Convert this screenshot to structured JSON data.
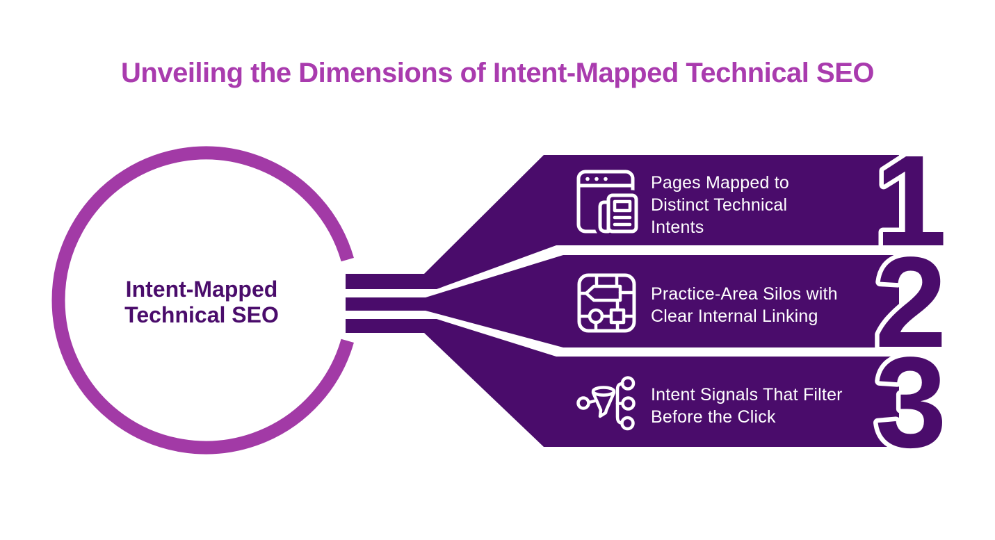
{
  "title": "Unveiling the Dimensions of Intent-Mapped Technical SEO",
  "center": {
    "label_lines": [
      "Intent-Mapped",
      "Technical SEO"
    ]
  },
  "steps": [
    {
      "number": "1",
      "icon": "browser-pages-icon",
      "lines": [
        "Pages Mapped to",
        "Distinct Technical",
        "Intents"
      ]
    },
    {
      "number": "2",
      "icon": "sitemap-silos-icon",
      "lines": [
        "Practice-Area Silos with",
        "Clear Internal Linking"
      ]
    },
    {
      "number": "3",
      "icon": "intent-filter-funnel-icon",
      "lines": [
        "Intent Signals That Filter",
        "Before the Click"
      ]
    }
  ],
  "colors": {
    "deep_purple": "#4A0C6B",
    "magenta_purple": "#A23AA6",
    "title_purple": "#A93BAE",
    "white": "#FFFFFF"
  }
}
